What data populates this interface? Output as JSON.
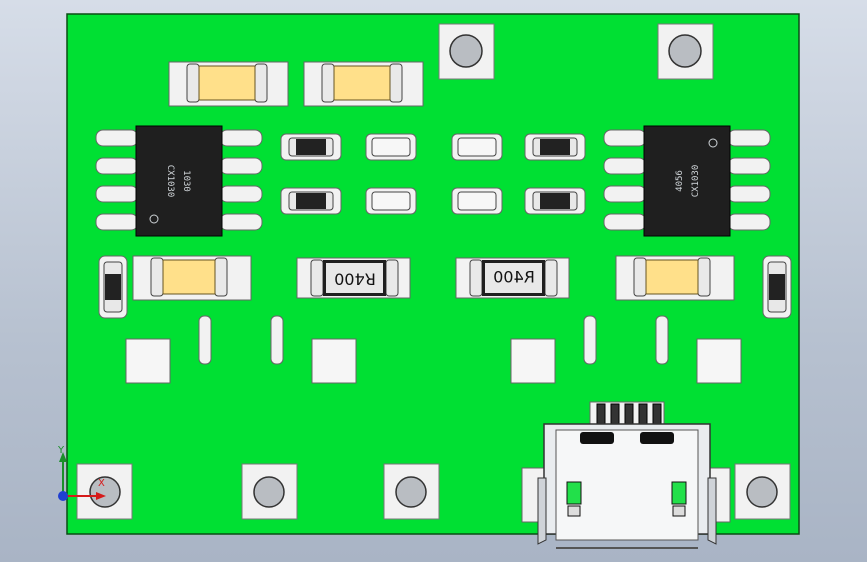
{
  "scene": {
    "board_color": "#00e033",
    "pad_color": "#f4f4f4",
    "component_dark": "#1f1f1f",
    "fuse_color": "#ffe08a"
  },
  "ic_left": {
    "line1": "CX1030",
    "line2": "1030"
  },
  "ic_right": {
    "line1": "CX1030",
    "line2": "4056"
  },
  "resistor_left": {
    "code": "R400"
  },
  "resistor_right": {
    "code": "R400"
  },
  "axis": {
    "y_label": "Y",
    "x_label": "X"
  }
}
